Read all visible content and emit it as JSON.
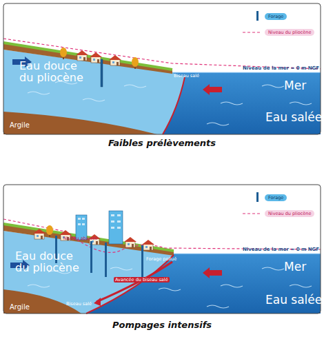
{
  "diagram": {
    "labels": [
      "Niveau de la mer = 0 m NGF",
      "Eau douce du pliocène",
      "Mer",
      "Biseau salé",
      "Argile",
      "Eau salée",
      "Faibles prélèvements",
      "Niveau abaissé",
      "Niveau de la mer = 0 m NGF",
      "Eau douce du pliocène",
      "Forage pollué",
      "Mer",
      "Avancée du biseau salé",
      "Biseau salé",
      "Argile",
      "Eau salée",
      "Pompages intensifs"
    ],
    "legend": [
      {
        "text": "Forage"
      },
      {
        "text": "Niveau du pliocène"
      },
      {
        "text": "Forage"
      },
      {
        "text": "Niveau du pliocène"
      }
    ]
  }
}
